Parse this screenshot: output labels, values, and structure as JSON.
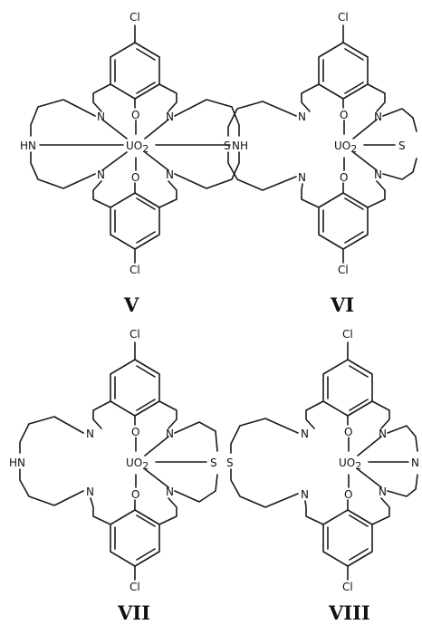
{
  "compounds": [
    {
      "label": "V",
      "substituent_top": "Cl",
      "substituent_bottom": "Cl",
      "metal": "UO",
      "metal_sub": "2",
      "phenoxide_top": "O",
      "phenoxide_bottom": "O",
      "imine_atoms": [
        "N",
        "N",
        "N",
        "N"
      ],
      "left_donor": "HN",
      "right_donor": "NH"
    },
    {
      "label": "VI",
      "substituent_top": "Cl",
      "substituent_bottom": "Cl",
      "metal": "UO",
      "metal_sub": "2",
      "phenoxide_top": "O",
      "phenoxide_bottom": "O",
      "imine_atoms": [
        "N",
        "N",
        "N",
        "N"
      ],
      "left_donor": "S",
      "right_donor": "S"
    },
    {
      "label": "VII",
      "substituent_top": "Cl",
      "substituent_bottom": "Cl",
      "metal": "UO",
      "metal_sub": "2",
      "phenoxide_top": "O",
      "phenoxide_bottom": "O",
      "imine_atoms": [
        "N",
        "N",
        "N",
        "N"
      ],
      "left_donor": "HN",
      "right_donor": "S"
    },
    {
      "label": "VIII",
      "substituent_top": "Cl",
      "substituent_bottom": "Cl",
      "metal": "UO",
      "metal_sub": "2",
      "phenoxide_top": "O",
      "phenoxide_bottom": "O",
      "imine_atoms": [
        "N",
        "N",
        "N",
        "N"
      ],
      "left_donor": "S",
      "right_donor": "N"
    }
  ]
}
